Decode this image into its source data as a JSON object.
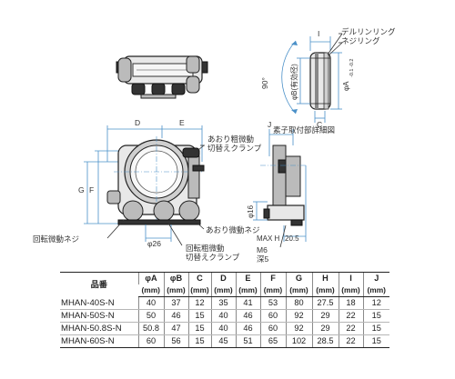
{
  "labels": {
    "dial_ring": "デルリンリング",
    "screw_ring": "ネジリング",
    "tilt_coarse": "あおり粗微動",
    "tilt_coarse_2": "切替えクランプ",
    "element_detail": "素子取付部詳細図",
    "tilt_fine": "あおり微動ネジ",
    "rot_fine": "回転微動ネジ",
    "rot_coarse": "回転粗微動",
    "rot_coarse_2": "切替えクランプ"
  },
  "dims": {
    "D": "D",
    "E": "E",
    "F": "F",
    "G": "G",
    "H": "H",
    "I": "I",
    "J": "J",
    "C": "C",
    "phiB": "φB(有効径)",
    "phiA": "φA",
    "phiA_tol": "-0.1 -0.2",
    "angle": "90°",
    "phi16": "φ16",
    "phi26": "φ26",
    "max_h": "MAX H",
    "v205": "20.5",
    "m6": "M6",
    "depth": "深5"
  },
  "table": {
    "header": {
      "name": "品番",
      "cols": [
        "φA",
        "φB",
        "C",
        "D",
        "E",
        "F",
        "G",
        "H",
        "I",
        "J"
      ],
      "unit": "(mm)"
    },
    "rows": [
      {
        "model": "MHAN-40S-N",
        "values": [
          "40",
          "37",
          "12",
          "35",
          "41",
          "53",
          "80",
          "27.5",
          "18",
          "12"
        ]
      },
      {
        "model": "MHAN-50S-N",
        "values": [
          "50",
          "46",
          "15",
          "40",
          "46",
          "60",
          "92",
          "29",
          "22",
          "15"
        ]
      },
      {
        "model": "MHAN-50.8S-N",
        "values": [
          "50.8",
          "47",
          "15",
          "40",
          "46",
          "60",
          "92",
          "29",
          "22",
          "15"
        ]
      },
      {
        "model": "MHAN-60S-N",
        "values": [
          "60",
          "56",
          "15",
          "45",
          "51",
          "65",
          "102",
          "28.5",
          "22",
          "15"
        ]
      }
    ]
  }
}
